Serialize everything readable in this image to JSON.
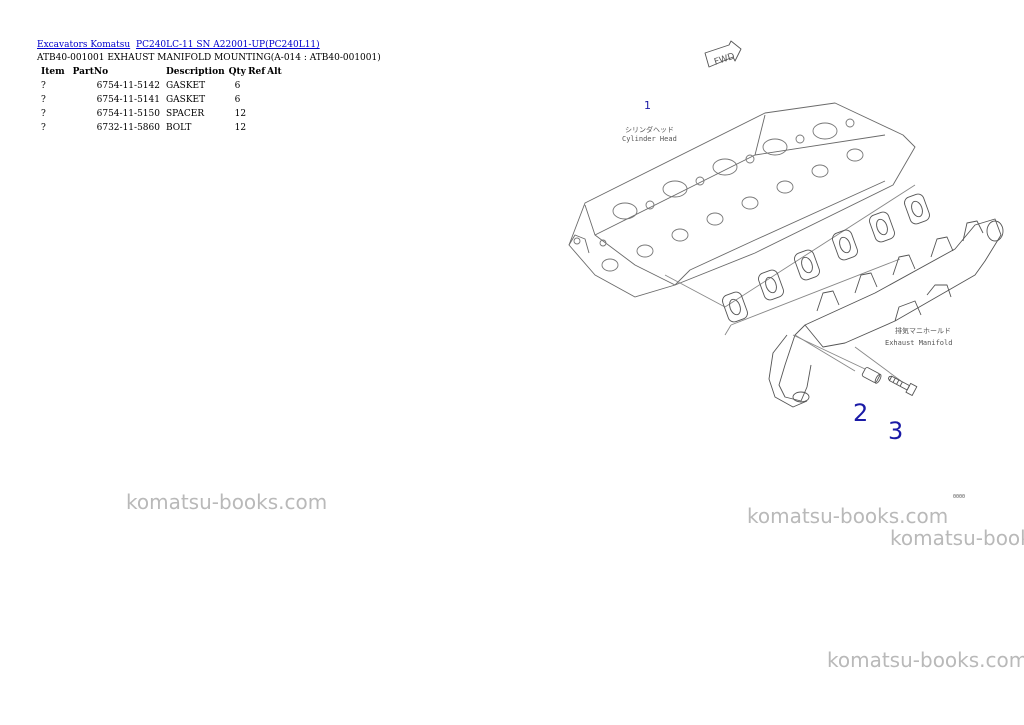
{
  "breadcrumb": {
    "link1": "Excavators Komatsu",
    "link2": "PC240LC-11 SN A22001-UP(PC240L11)"
  },
  "page_title": "ATB40-001001 EXHAUST MANIFOLD MOUNTING(A-014 : ATB40-001001)",
  "table": {
    "headers": [
      "Item",
      "PartNo",
      "Description",
      "Qty",
      "Ref",
      "Alt"
    ],
    "rows": [
      {
        "item": "?",
        "partno": "6754-11-5142",
        "description": "GASKET",
        "qty": "6"
      },
      {
        "item": "?",
        "partno": "6754-11-5141",
        "description": "GASKET",
        "qty": "6"
      },
      {
        "item": "?",
        "partno": "6754-11-5150",
        "description": "SPACER",
        "qty": "12"
      },
      {
        "item": "?",
        "partno": "6732-11-5860",
        "description": "BOLT",
        "qty": "12"
      }
    ]
  },
  "diagram": {
    "fwd_label": "FWD",
    "callout_1": "1",
    "callout_2": "2",
    "callout_3": "3",
    "cylinder_head_jp": "シリンダヘッド",
    "cylinder_head_en": "Cylinder Head",
    "exhaust_manifold_jp": "排気マニホールド",
    "exhaust_manifold_en": "Exhaust Manifold",
    "corner_code": "0000"
  },
  "watermarks": {
    "text1": "komatsu-books.com",
    "text2": "komatsu-books.com",
    "text3": "komatsu-books.com",
    "text4": "komatsu-books.com"
  },
  "colors": {
    "link": "#0000cc",
    "callout": "#1a1aa6",
    "watermark": "#b9b9b9"
  }
}
